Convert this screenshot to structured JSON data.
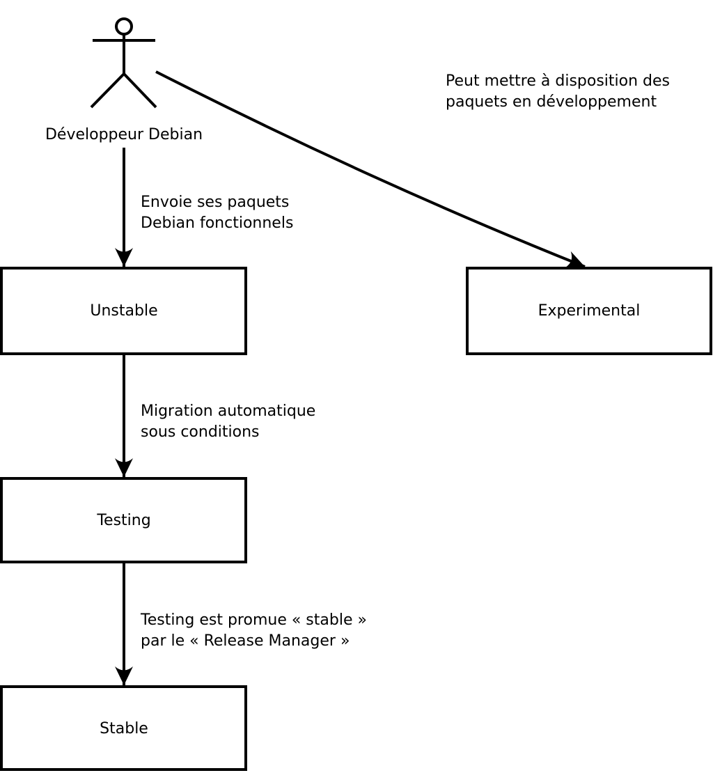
{
  "diagram": {
    "title_semantic": "Debian package release flow",
    "colors": {
      "background": "#ffffff",
      "stroke": "#000000"
    },
    "actor": {
      "label": "Développeur Debian"
    },
    "boxes": [
      {
        "label": "Unstable"
      },
      {
        "label": "Experimental"
      },
      {
        "label": "Testing"
      },
      {
        "label": "Stable"
      }
    ],
    "annotations": [
      {
        "lines": [
          "Peut mettre à disposition des",
          "paquets en développement"
        ]
      },
      {
        "lines": [
          "Envoie ses paquets",
          "Debian fonctionnels"
        ]
      },
      {
        "lines": [
          "Migration automatique",
          "sous conditions"
        ]
      },
      {
        "lines": [
          "Testing est promue « stable »",
          "par le « Release Manager »"
        ]
      }
    ]
  }
}
